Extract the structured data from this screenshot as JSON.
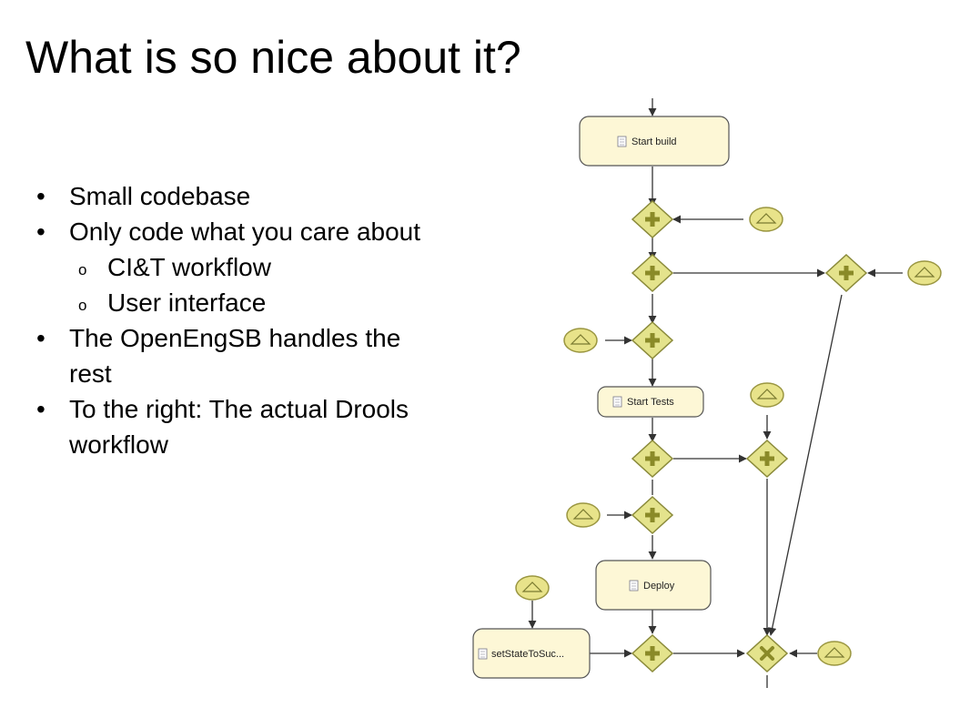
{
  "title": "What is so nice about it?",
  "bullets": [
    {
      "text": "Small codebase",
      "children": []
    },
    {
      "text": "Only code what you care about",
      "children": [
        "CI&T workflow",
        "User interface"
      ]
    },
    {
      "text": "The OpenEngSB handles the rest",
      "children": []
    },
    {
      "text": "To the right: The actual Drools workflow",
      "children": []
    }
  ],
  "workflow": {
    "tasks": {
      "start_build": "Start build",
      "start_tests": "Start Tests",
      "deploy": "Deploy",
      "set_state": "setStateToSuc..."
    },
    "colors": {
      "task_fill": "#fdf7d6",
      "task_stroke": "#555555",
      "gateway_fill": "#e4e38c",
      "gateway_stroke": "#8a8a3a",
      "event_fill": "#e8e38a",
      "event_stroke": "#9a9640",
      "connector": "#333333"
    }
  }
}
